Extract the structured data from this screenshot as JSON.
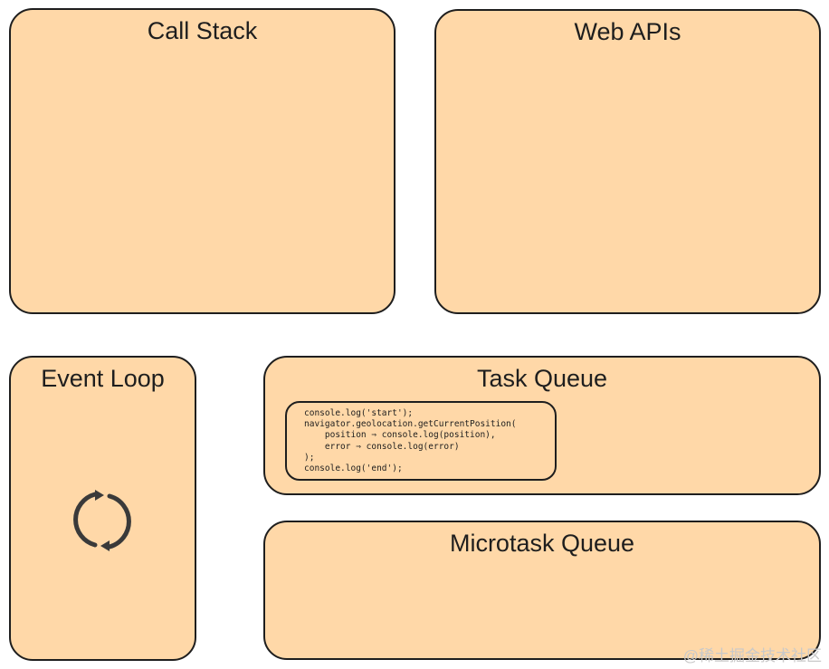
{
  "diagram": {
    "call_stack": {
      "title": "Call Stack"
    },
    "web_apis": {
      "title": "Web APIs"
    },
    "event_loop": {
      "title": "Event Loop",
      "icon": "loop-arrows-icon"
    },
    "task_queue": {
      "title": "Task Queue",
      "code_lines": [
        "console.log('start');",
        "navigator.geolocation.getCurrentPosition(",
        "    position ⇒ console.log(position),",
        "    error ⇒ console.log(error)",
        ");",
        "console.log('end');"
      ]
    },
    "microtask_queue": {
      "title": "Microtask Queue"
    }
  },
  "colors": {
    "box_fill": "#ffd8a8",
    "stroke": "#1e1e1e"
  },
  "watermark": "@稀土掘金技术社区"
}
